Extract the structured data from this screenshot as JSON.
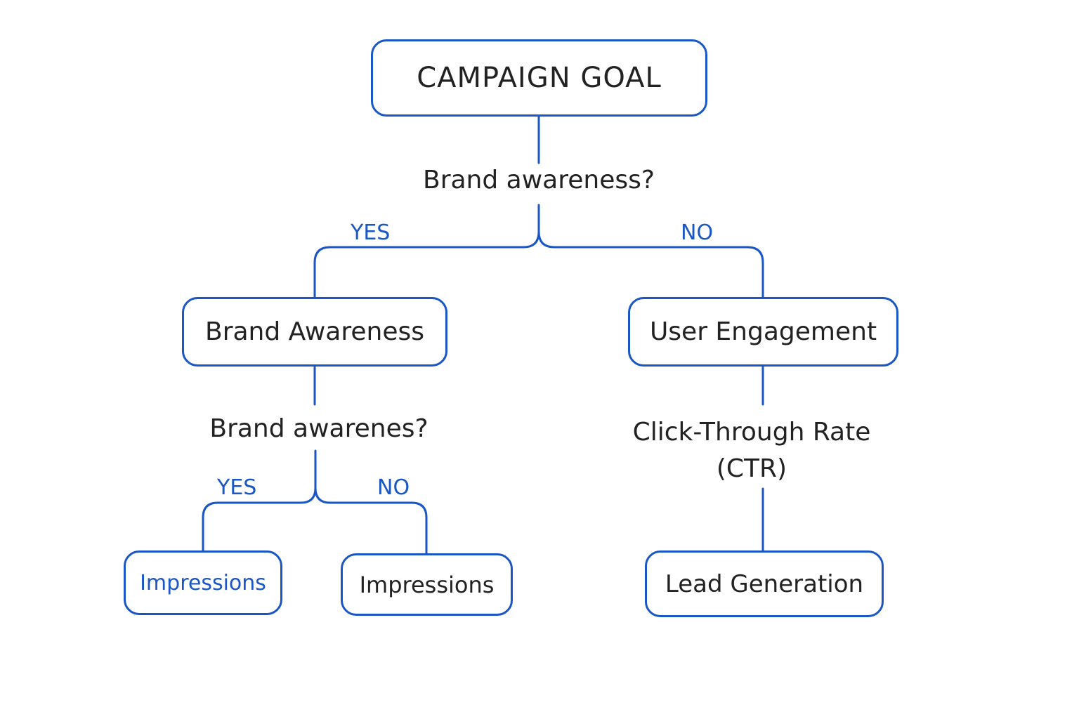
{
  "colors": {
    "accent": "#1a56c4",
    "text": "#222222",
    "background": "#ffffff"
  },
  "diagram": {
    "root": {
      "label": "CAMPAIGN GOAL",
      "question": "Brand awareness?",
      "yes_label": "YES",
      "no_label": "NO"
    },
    "left_branch": {
      "label": "Brand Awareness",
      "question": "Brand awarenes?",
      "yes_label": "YES",
      "no_label": "NO",
      "yes_leaf": "Impressions",
      "no_leaf": "Impressions"
    },
    "right_branch": {
      "label": "User Engagement",
      "metric_line1": "Click-Through Rate",
      "metric_line2": "(CTR)",
      "leaf": "Lead Generation"
    }
  }
}
